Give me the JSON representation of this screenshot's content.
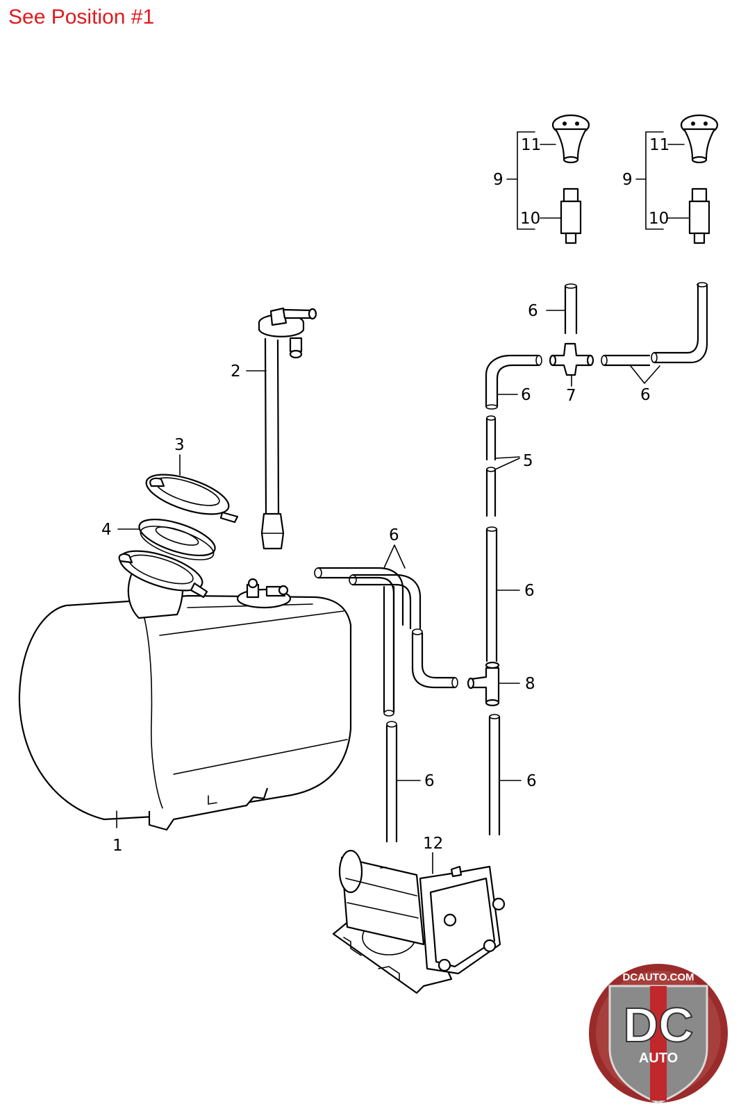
{
  "header": {
    "text": "See Position #1",
    "color": "#e0191e"
  },
  "callouts": {
    "c1": "1",
    "c2": "2",
    "c3": "3",
    "c4": "4",
    "c5": "5",
    "c6a": "6",
    "c6b": "6",
    "c6c": "6",
    "c6d": "6",
    "c6e": "6",
    "c6f": "6",
    "c6g": "6",
    "c7": "7",
    "c8": "8",
    "c9a": "9",
    "c9b": "9",
    "c10a": "10",
    "c10b": "10",
    "c11a": "11",
    "c11b": "11",
    "c12": "12"
  },
  "logo": {
    "site": "DCAUTO.COM",
    "mark": "DC",
    "sub": "AUTO",
    "colors": {
      "ring": "#9a2b2b",
      "shield": "#8a8a8a",
      "stripe": "#c0282c"
    }
  }
}
